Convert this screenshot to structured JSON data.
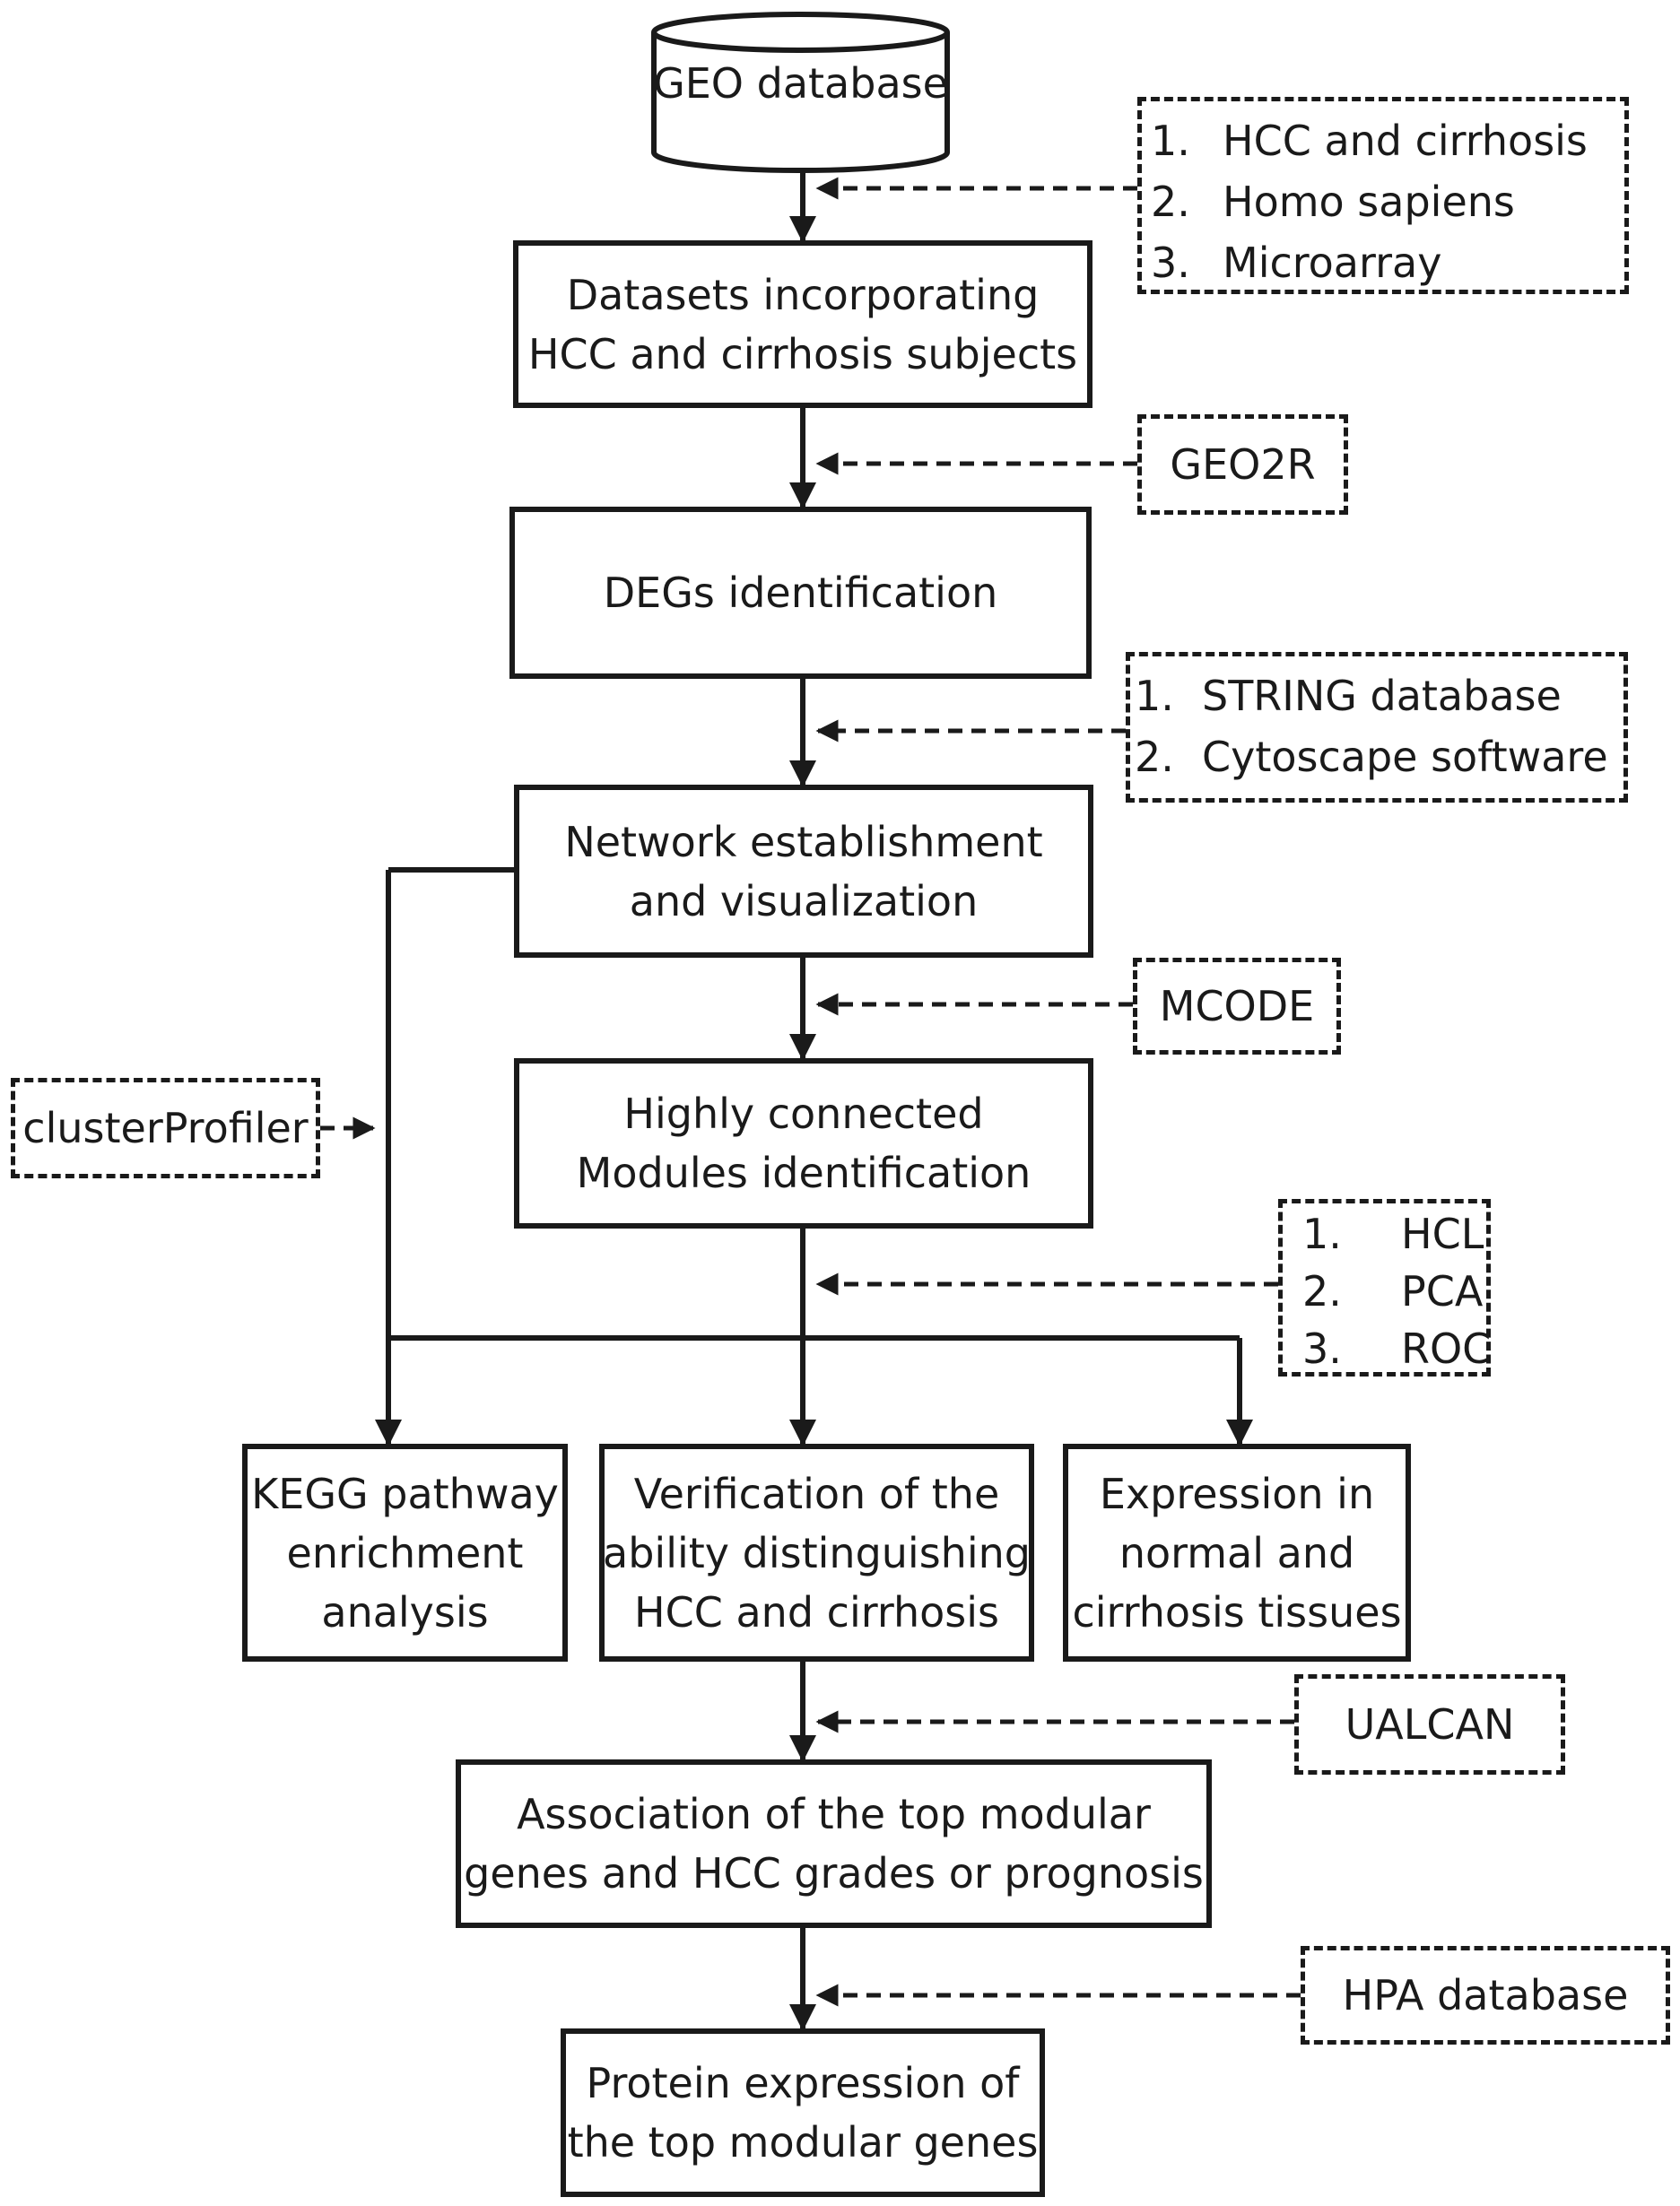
{
  "nodes": {
    "geo": "GEO database",
    "datasets": [
      "Datasets incorporating",
      "HCC and cirrhosis subjects"
    ],
    "degs": "DEGs identification",
    "network": [
      "Network establishment",
      "and visualization"
    ],
    "modules": [
      "Highly connected",
      "Modules  identification"
    ],
    "kegg": [
      "KEGG pathway",
      "enrichment",
      "analysis"
    ],
    "verification": [
      "Verification of the",
      "ability distinguishing",
      "HCC and cirrhosis"
    ],
    "expression": [
      "Expression in",
      "normal and",
      "cirrhosis tissues"
    ],
    "association": [
      "Association of the top modular",
      "genes and HCC grades or prognosis"
    ],
    "protein": [
      "Protein expression of",
      "the top modular genes"
    ]
  },
  "annotations": {
    "criteria": [
      {
        "num": "1.",
        "text": "HCC and cirrhosis"
      },
      {
        "num": "2.",
        "text": "Homo sapiens"
      },
      {
        "num": "3.",
        "text": "Microarray"
      }
    ],
    "geo2r": "GEO2R",
    "string": [
      {
        "num": "1.",
        "text": "STRING database"
      },
      {
        "num": "2.",
        "text": "Cytoscape software"
      }
    ],
    "mcode": "MCODE",
    "clusterprofiler": "clusterProfiler",
    "methods": [
      {
        "num": "1.",
        "text": "HCL"
      },
      {
        "num": "2.",
        "text": "PCA"
      },
      {
        "num": "3.",
        "text": "ROC"
      }
    ],
    "ualcan": "UALCAN",
    "hpa": "HPA database"
  },
  "colors": {
    "stroke": "#1a1a1a",
    "background": "#ffffff"
  }
}
